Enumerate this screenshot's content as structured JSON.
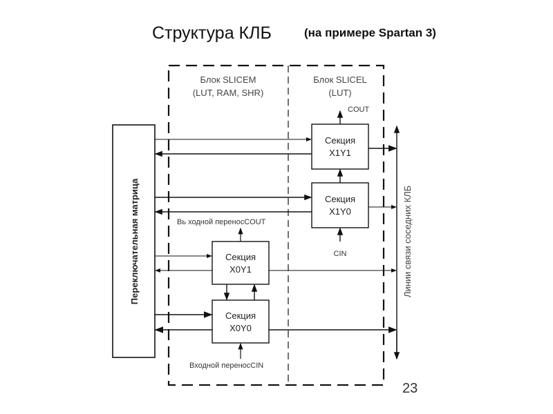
{
  "slide": {
    "title": "Структура КЛБ",
    "subtitle": "(на примере Spartan 3)",
    "page_number": "23"
  },
  "diagram": {
    "switch_matrix": "Переключательная матрица",
    "slicem_label_1": "Блок SLICEM",
    "slicem_label_2": "(LUT, RAM, SHR)",
    "slicel_label_1": "Блок SLICEL",
    "slicel_label_2": "(LUT)",
    "cout": "COUT",
    "cin": "CIN",
    "carry_out": "Вь ходной переносCOUT",
    "carry_in": "Входной переносCIN",
    "bus_label": "Линии связи соседних КЛБ",
    "sections": {
      "x1y1": {
        "line1": "Секция",
        "line2": "X1Y1"
      },
      "x1y0": {
        "line1": "Секция",
        "line2": "X1Y0"
      },
      "x0y1": {
        "line1": "Секция",
        "line2": "X0Y1"
      },
      "x0y0": {
        "line1": "Секция",
        "line2": "X0Y0"
      }
    }
  }
}
